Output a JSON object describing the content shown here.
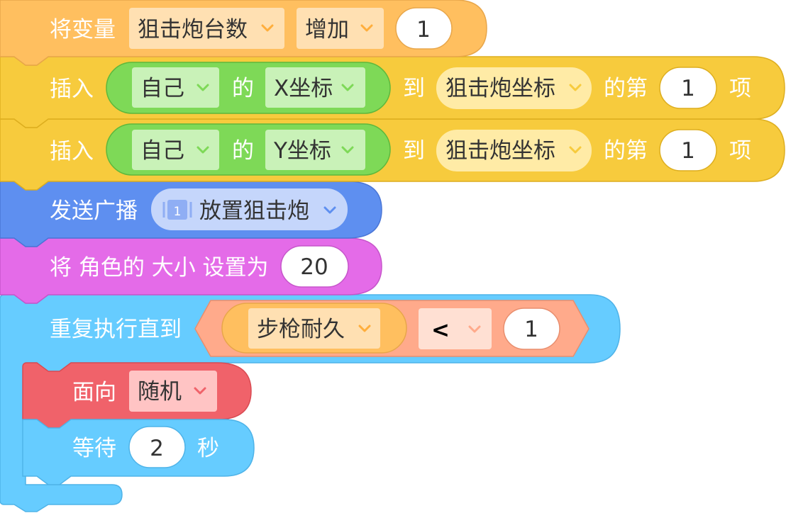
{
  "blocks": {
    "set_variable": {
      "prefix": "将变量",
      "variable": "狙击炮台数",
      "operation": "增加",
      "value": "1",
      "colors": {
        "fill": "#FFBF5F",
        "dropdown": "#FFE0B2",
        "accent": "#FFAE3C"
      }
    },
    "insert_x": {
      "prefix": "插入",
      "sprite": "自己",
      "of": "的",
      "property": "X坐标",
      "to": "到",
      "list": "狙击炮坐标",
      "index_label": "的第",
      "index": "1",
      "suffix": "项",
      "colors": {
        "fill": "#F7CB3D",
        "sensing": "#7ED957",
        "sensing_dropdown": "#C9F2B8",
        "list_dropdown": "#FFEBA6"
      }
    },
    "insert_y": {
      "prefix": "插入",
      "sprite": "自己",
      "of": "的",
      "property": "Y坐标",
      "to": "到",
      "list": "狙击炮坐标",
      "index_label": "的第",
      "index": "1",
      "suffix": "项",
      "colors": {
        "fill": "#F7CB3D",
        "sensing": "#7ED957",
        "sensing_dropdown": "#C9F2B8",
        "list_dropdown": "#FFEBA6"
      }
    },
    "broadcast": {
      "label": "发送广播",
      "message_icon_text": "1",
      "message": "放置狙击炮",
      "colors": {
        "fill": "#5E8FF0",
        "dropdown": "#C5D6FB"
      }
    },
    "set_size": {
      "label": "将 角色的 大小 设置为",
      "value": "20",
      "colors": {
        "fill": "#E46BE8"
      }
    },
    "repeat_until": {
      "label": "重复执行直到",
      "variable": "步枪耐久",
      "operator": "<",
      "value": "1",
      "colors": {
        "fill": "#66CCFF",
        "condition": "#FFAA8B",
        "variable": "#FFBF5F",
        "variable_dropdown": "#FFE0B2",
        "operator_dropdown": "#FFE0D3"
      }
    },
    "turn_to": {
      "label": "面向",
      "direction": "随机",
      "colors": {
        "fill": "#F0626A",
        "dropdown": "#FFC4C4"
      }
    },
    "wait": {
      "label": "等待",
      "value": "2",
      "unit": "秒",
      "colors": {
        "fill": "#66CCFF"
      }
    }
  }
}
